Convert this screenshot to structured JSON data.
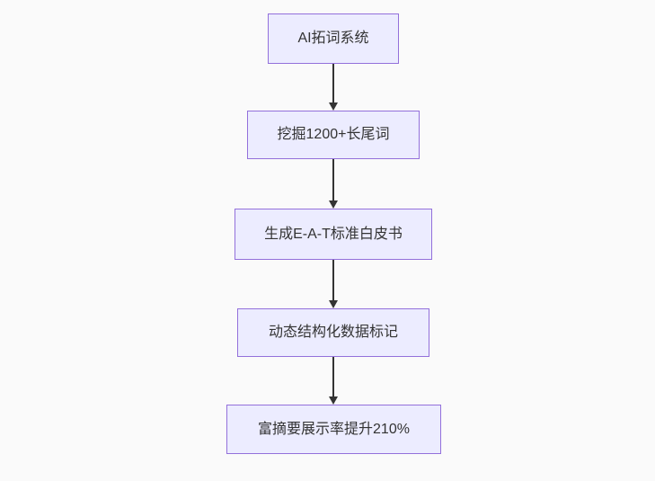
{
  "flowchart": {
    "nodes": [
      {
        "label": "AI拓词系统"
      },
      {
        "label": "挖掘1200+长尾词"
      },
      {
        "label": "生成E-A-T标准白皮书"
      },
      {
        "label": "动态结构化数据标记"
      },
      {
        "label": "富摘要展示率提升210%"
      }
    ],
    "edges": [
      {
        "from": 0,
        "to": 1
      },
      {
        "from": 1,
        "to": 2
      },
      {
        "from": 2,
        "to": 3
      },
      {
        "from": 3,
        "to": 4
      }
    ],
    "colors": {
      "background": "#FAFAFA",
      "node_fill": "#ECECFF",
      "node_border": "#9370DB",
      "text": "#333333",
      "edge": "#333333"
    }
  }
}
